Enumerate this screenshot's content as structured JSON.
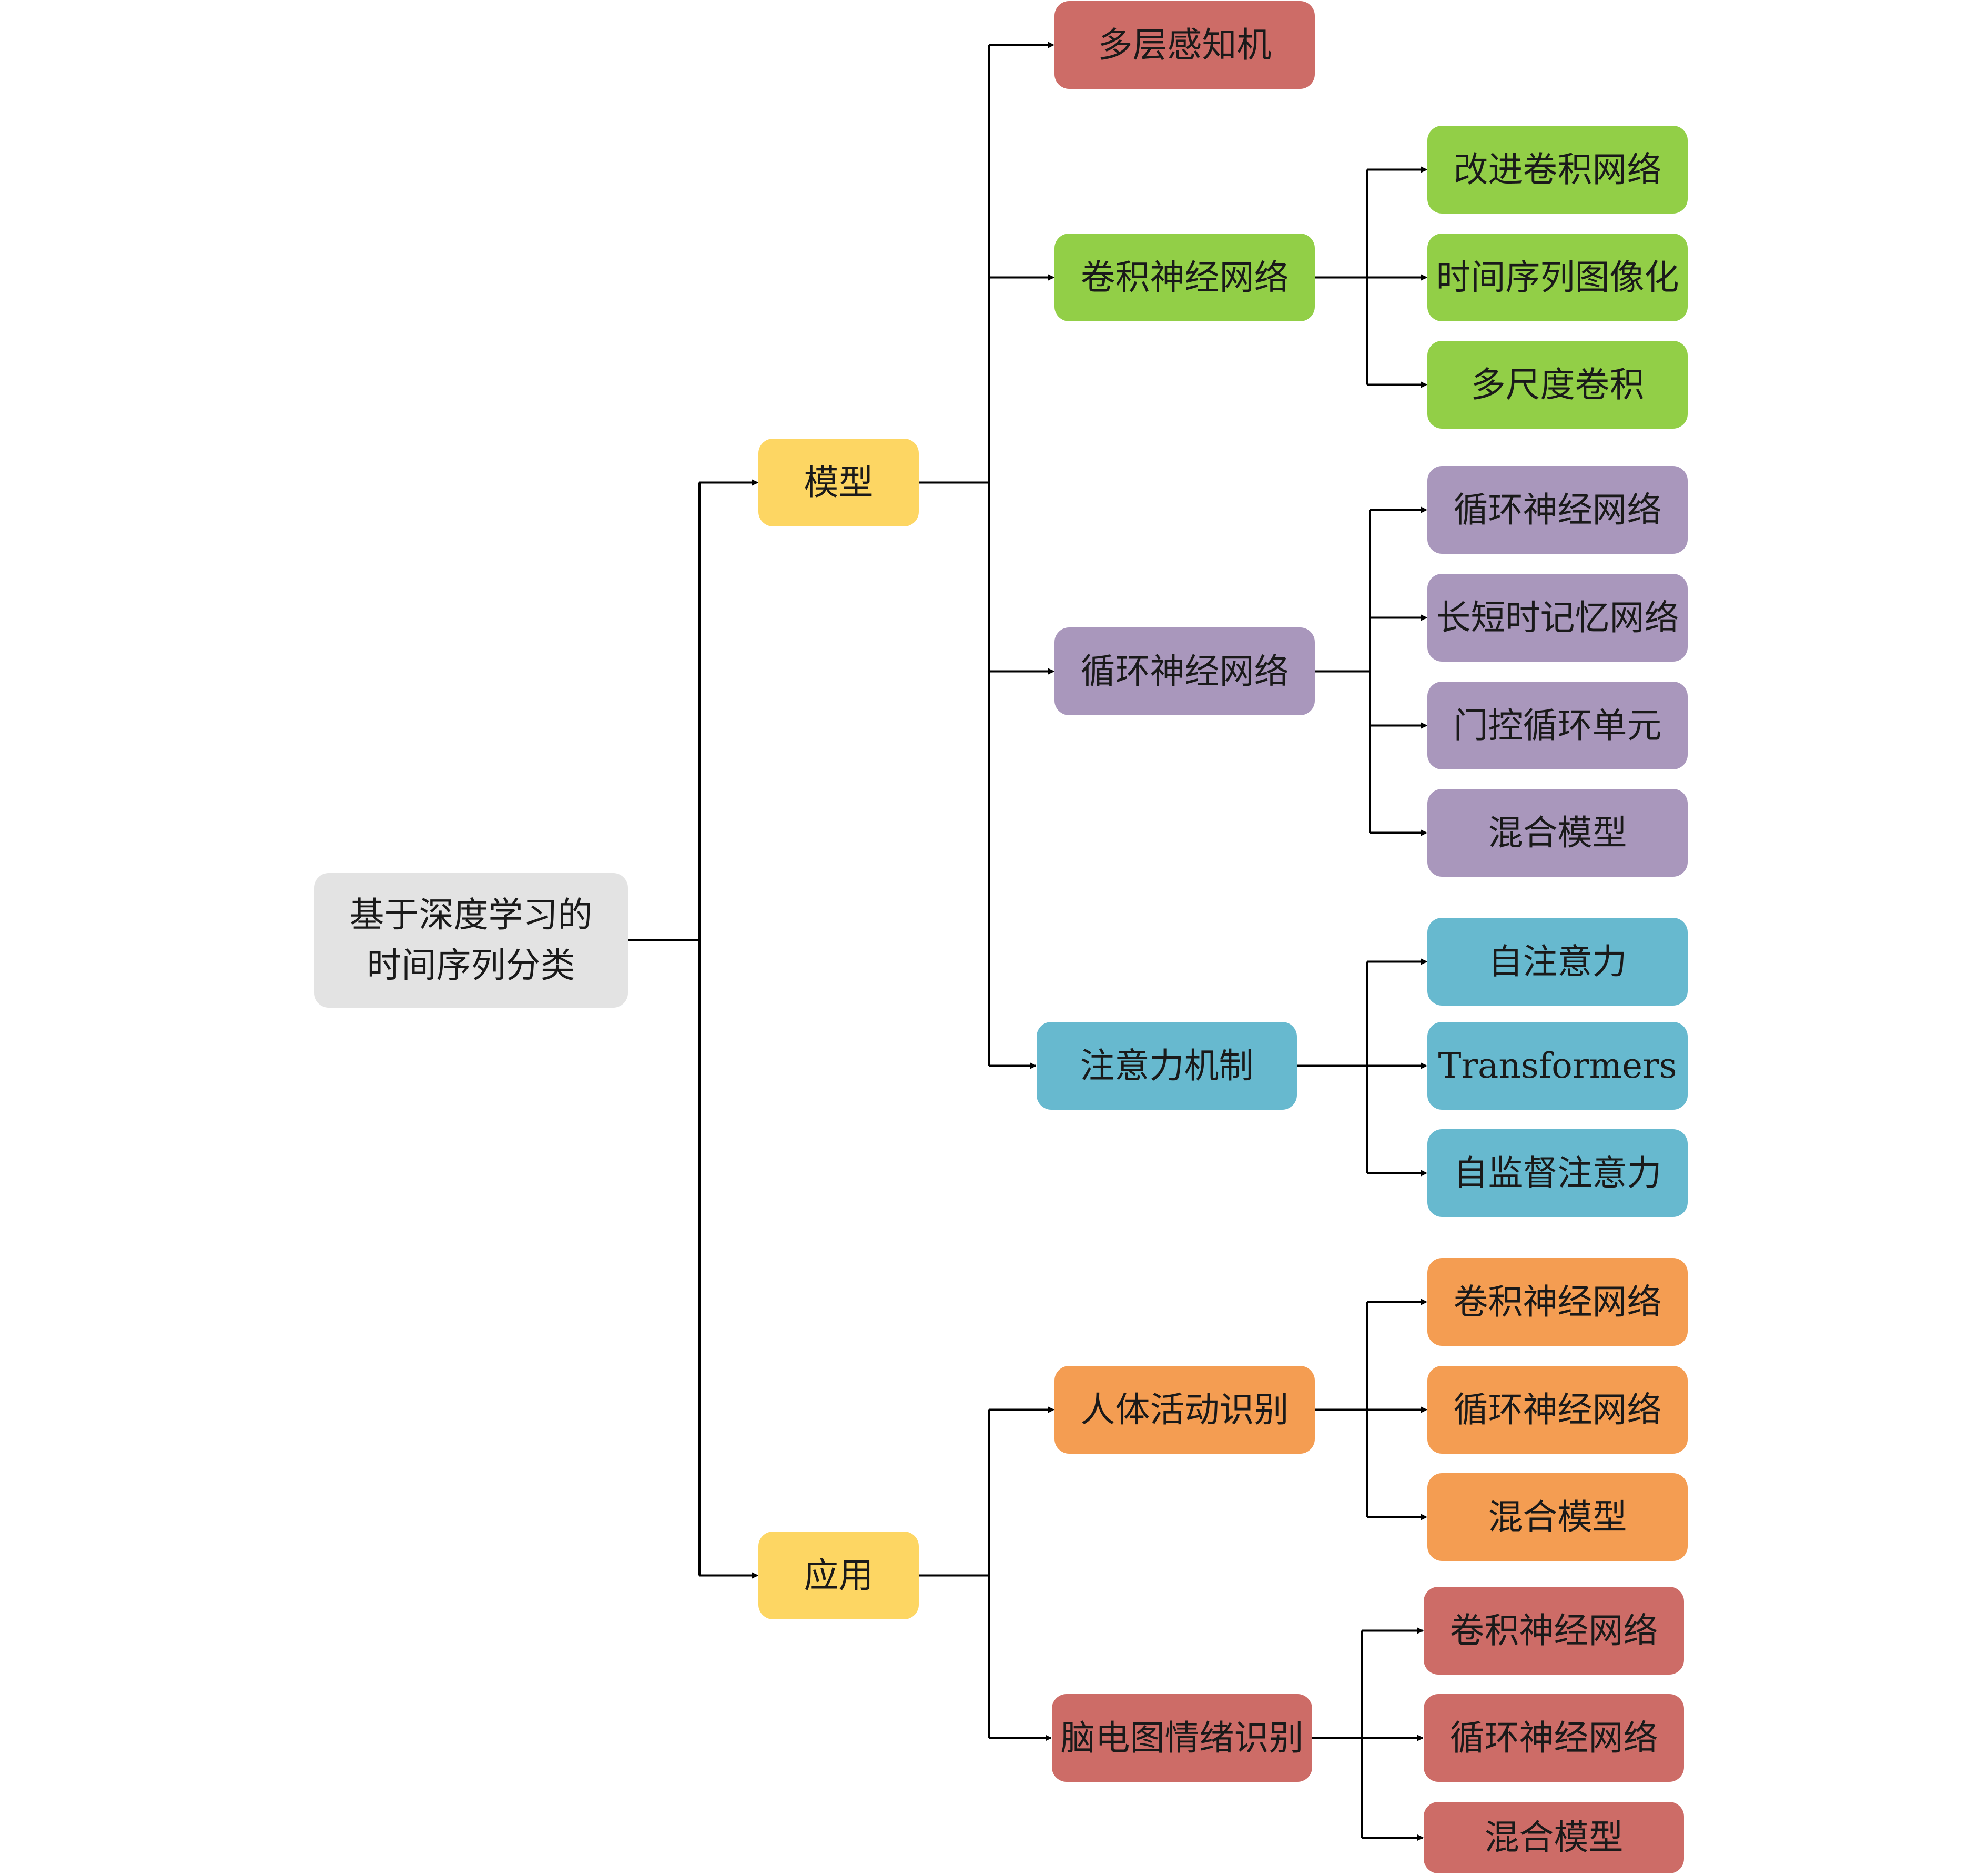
{
  "colors": {
    "root": "#e3e3e3",
    "level1": "#fdd663",
    "red": "#cd6c67",
    "green": "#92cf47",
    "purple": "#a997bc",
    "blue": "#67b9cf",
    "orange": "#f49d52",
    "line": "#000000"
  },
  "root": {
    "line1": "基于深度学习的",
    "line2": "时间序列分类"
  },
  "model": {
    "label": "模型",
    "mlp": {
      "label": "多层感知机"
    },
    "cnn": {
      "label": "卷积神经网络",
      "children": [
        "改进卷积网络",
        "时间序列图像化",
        "多尺度卷积"
      ]
    },
    "rnn": {
      "label": "循环神经网络",
      "children": [
        "循环神经网络",
        "长短时记忆网络",
        "门控循环单元",
        "混合模型"
      ]
    },
    "attention": {
      "label": "注意力机制",
      "children": [
        "自注意力",
        "Transformers",
        "自监督注意力"
      ]
    }
  },
  "application": {
    "label": "应用",
    "har": {
      "label": "人体活动识别",
      "children": [
        "卷积神经网络",
        "循环神经网络",
        "混合模型"
      ]
    },
    "eeg": {
      "label": "脑电图情绪识别",
      "children": [
        "卷积神经网络",
        "循环神经网络",
        "混合模型"
      ]
    }
  }
}
